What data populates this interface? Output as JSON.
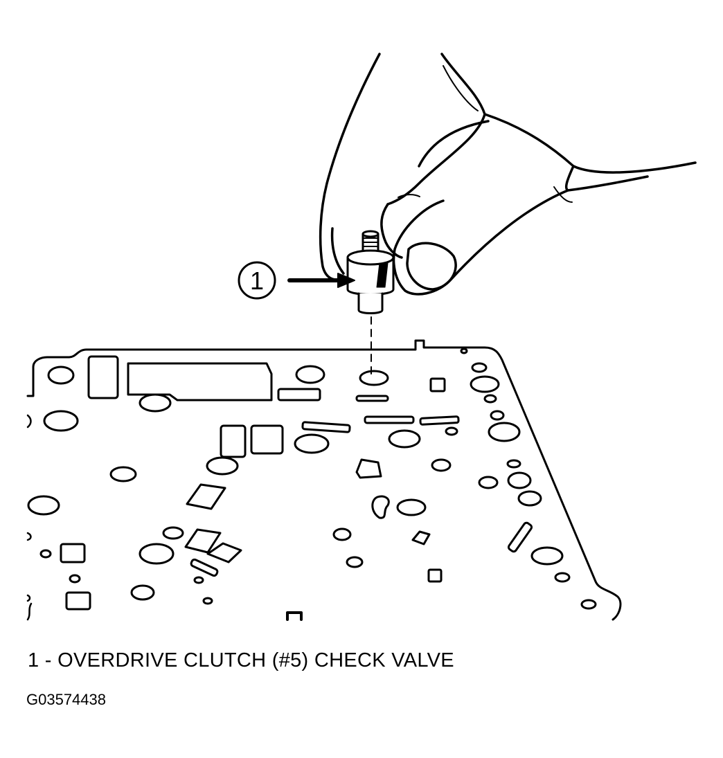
{
  "figure": {
    "callout_number": "1",
    "legend": "1 - OVERDRIVE CLUTCH (#5) CHECK VALVE",
    "figure_code": "G03574438"
  },
  "colors": {
    "ink": "#000000",
    "paper": "#ffffff"
  }
}
